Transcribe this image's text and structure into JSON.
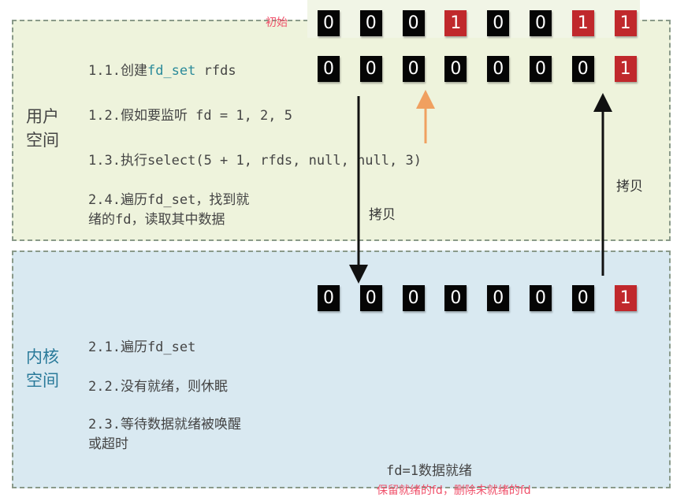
{
  "user_space": {
    "label_1": "用户",
    "label_2": "空间",
    "steps": [
      "1.1.创建",
      "fd_set",
      " rfds",
      "1.2.假如要监听 fd = 1, 2, 5",
      "1.3.执行select(5 + 1, rfds, null, null, 3)",
      "2.4.遍历fd_set，找到就",
      "绪的fd，读取其中数据"
    ]
  },
  "kernel_space": {
    "label_1": "内核",
    "label_2": "空间",
    "steps": [
      "2.1.遍历fd_set",
      "2.2.没有就绪，则休眠",
      "2.3.等待数据就绪被唤醒",
      "或超时"
    ],
    "ready_note": "fd=1数据就绪"
  },
  "annotations": {
    "initial": "初始",
    "keep_ready": "保留就绪的fd，删除未就绪的fd",
    "copy_down": "拷贝",
    "copy_up": "拷贝"
  },
  "bitmaps": {
    "initial": [
      0,
      0,
      0,
      1,
      0,
      0,
      1,
      1
    ],
    "user_rfds": [
      0,
      0,
      0,
      0,
      0,
      0,
      0,
      1
    ],
    "kernel": [
      0,
      0,
      0,
      0,
      0,
      0,
      0,
      1
    ]
  }
}
